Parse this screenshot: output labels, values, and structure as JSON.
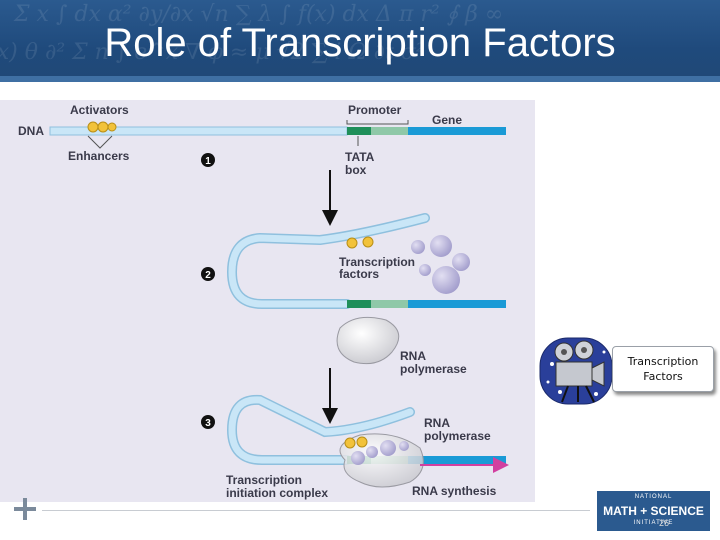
{
  "slide": {
    "title": "Role of Transcription Factors",
    "page_number": "26"
  },
  "diagram": {
    "labels": {
      "activators": "Activators",
      "dna": "DNA",
      "enhancers": "Enhancers",
      "promoter": "Promoter",
      "gene": "Gene",
      "tata": "TATA",
      "box": "box",
      "tf_line1": "Transcription",
      "tf_line2": "factors",
      "rnap_line1": "RNA",
      "rnap_line2": "polymerase",
      "rnap2_line1": "RNA",
      "rnap2_line2": "polymerase",
      "tic_line1": "Transcription",
      "tic_line2": "initiation complex",
      "rna_synthesis": "RNA synthesis"
    },
    "steps": [
      "1",
      "2",
      "3"
    ],
    "colors": {
      "dna": "#c9e6f7",
      "dna_edge": "#8fc0de",
      "tata": "#1f8f5a",
      "promoter": "#8fc8a8",
      "gene": "#1a9ad6",
      "activator": "#f2c23a",
      "tf_purple": "#b7b2d8",
      "rna": "#d23fa0"
    }
  },
  "video_button": {
    "line1": "Transcription",
    "line2": "Factors",
    "icon": "film-camera-icon"
  },
  "logo": {
    "line1": "NATIONAL",
    "line2": "MATH + SCIENCE",
    "line3": "INITIATIVE"
  }
}
